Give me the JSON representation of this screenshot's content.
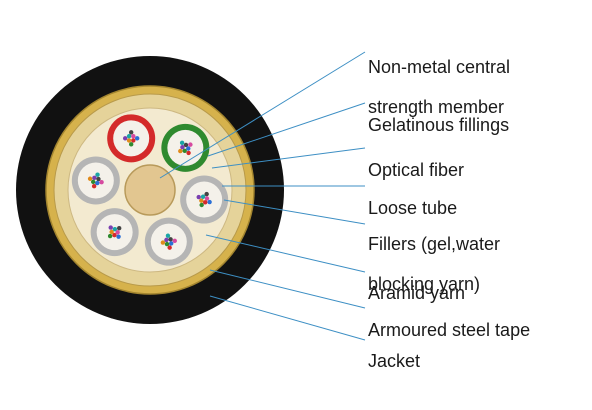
{
  "colors": {
    "jacket": "#111111",
    "steel_tape": "#d6b24c",
    "aramid": "#e5d39a",
    "filling": "#f3ead0",
    "central_member": "#e2c690",
    "tube_red": "#d42a2a",
    "tube_green": "#2f8a2f",
    "tube_grey": "#b5b5b5",
    "leader_line": "#3d8fc4"
  },
  "labels": [
    {
      "id": "central-member",
      "lines": [
        "Non-metal central",
        "strength member"
      ]
    },
    {
      "id": "gelatinous-fillings",
      "lines": [
        "Gelatinous fillings"
      ]
    },
    {
      "id": "optical-fiber",
      "lines": [
        "Optical fiber"
      ]
    },
    {
      "id": "loose-tube",
      "lines": [
        "Loose tube"
      ]
    },
    {
      "id": "fillers",
      "lines": [
        "Fillers (gel,water",
        "blocking yarn)"
      ]
    },
    {
      "id": "aramid-yarn",
      "lines": [
        "Aramid yarn"
      ]
    },
    {
      "id": "armoured-steel-tape",
      "lines": [
        "Armoured steel tape"
      ]
    },
    {
      "id": "jacket",
      "lines": [
        "Jacket"
      ]
    }
  ]
}
